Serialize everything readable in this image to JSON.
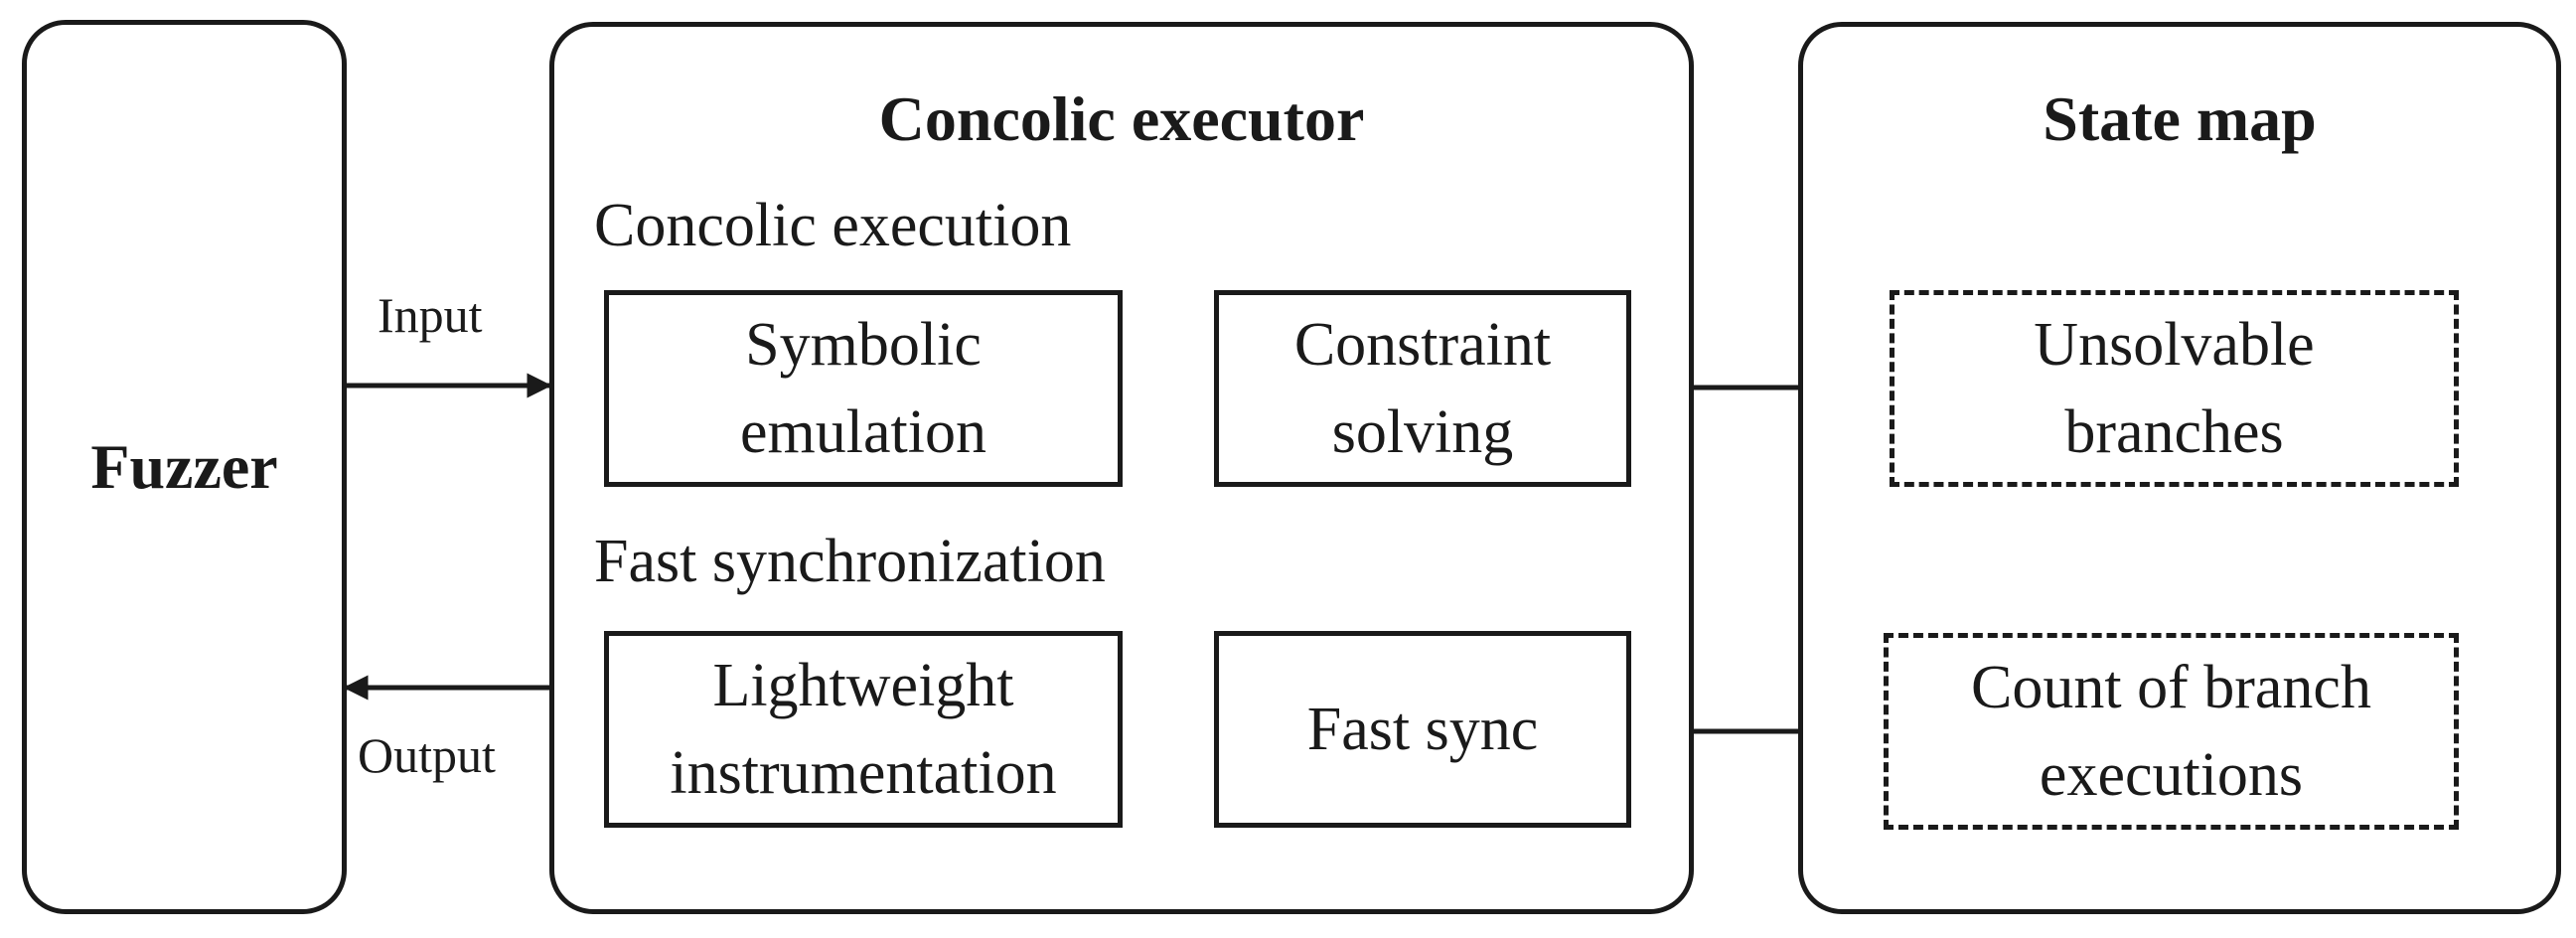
{
  "fuzzer": {
    "label": "Fuzzer"
  },
  "concolic_executor": {
    "title": "Concolic executor",
    "concolic_execution": {
      "label": "Concolic execution",
      "symbolic_emulation": [
        "Symbolic",
        "emulation"
      ],
      "constraint_solving": [
        "Constraint",
        "solving"
      ]
    },
    "fast_synchronization": {
      "label": "Fast synchronization",
      "lightweight_instrumentation": [
        "Lightweight",
        "instrumentation"
      ],
      "fast_sync": [
        "Fast sync"
      ]
    }
  },
  "state_map": {
    "title": "State map",
    "unsolvable_branches": [
      "Unsolvable",
      "branches"
    ],
    "count_of_branch_executions": [
      "Count of branch",
      "executions"
    ]
  },
  "flows": {
    "input": "Input",
    "output": "Output"
  }
}
